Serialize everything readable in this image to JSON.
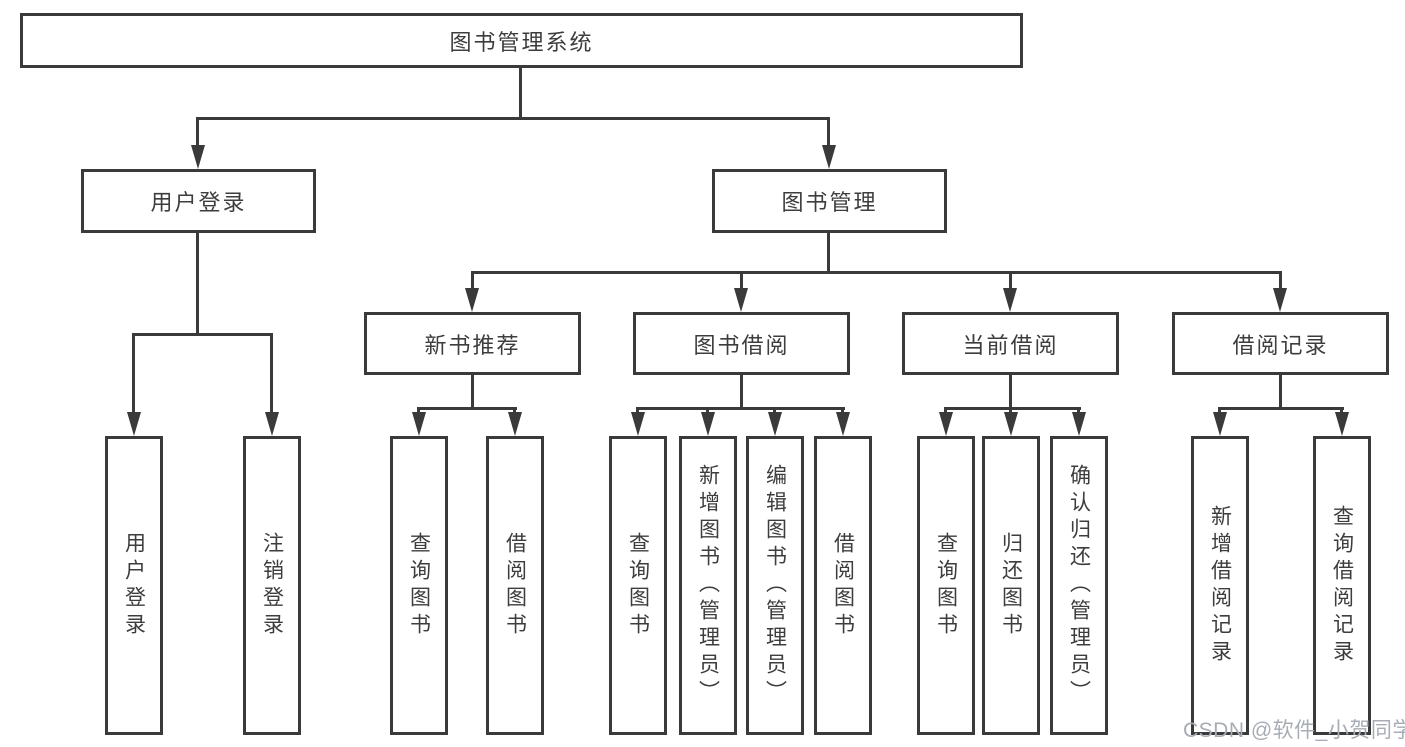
{
  "colors": {
    "line": "#3a3a3a",
    "text": "#3d3d3d",
    "bg": "#ffffff",
    "watermark": "#a7adb5"
  },
  "watermark": {
    "text": "CSDN @软件_小贺同学"
  },
  "tree": {
    "root": {
      "label": "图书管理系统"
    },
    "branches": [
      {
        "label": "用户登录",
        "children": [
          {
            "label": "用户登录"
          },
          {
            "label": "注销登录"
          }
        ]
      },
      {
        "label": "图书管理",
        "children": [
          {
            "label": "新书推荐",
            "children": [
              {
                "label": "查询图书"
              },
              {
                "label": "借阅图书"
              }
            ]
          },
          {
            "label": "图书借阅",
            "children": [
              {
                "label": "查询图书"
              },
              {
                "label": "新增图书（管理员）"
              },
              {
                "label": "编辑图书（管理员）"
              },
              {
                "label": "借阅图书"
              }
            ]
          },
          {
            "label": "当前借阅",
            "children": [
              {
                "label": "查询图书"
              },
              {
                "label": "归还图书"
              },
              {
                "label": "确认归还（管理员）"
              }
            ]
          },
          {
            "label": "借阅记录",
            "children": [
              {
                "label": "新增借阅记录"
              },
              {
                "label": "查询借阅记录"
              }
            ]
          }
        ]
      }
    ]
  }
}
